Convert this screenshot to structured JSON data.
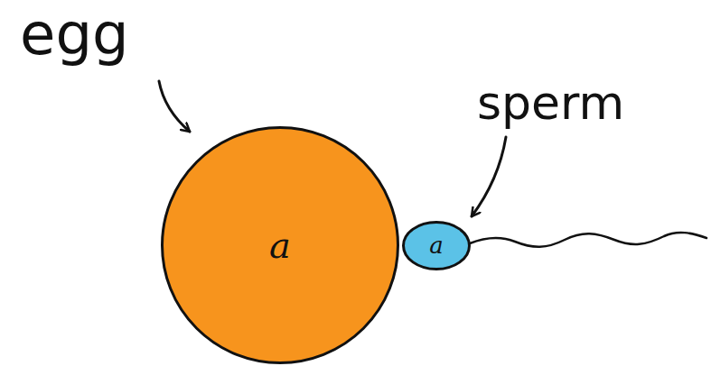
{
  "diagram": {
    "nodes": [
      {
        "text": [
          "a"
        ]
      },
      {
        "text": [
          "a"
        ]
      }
    ],
    "labels": [
      "egg",
      "sperm"
    ]
  }
}
